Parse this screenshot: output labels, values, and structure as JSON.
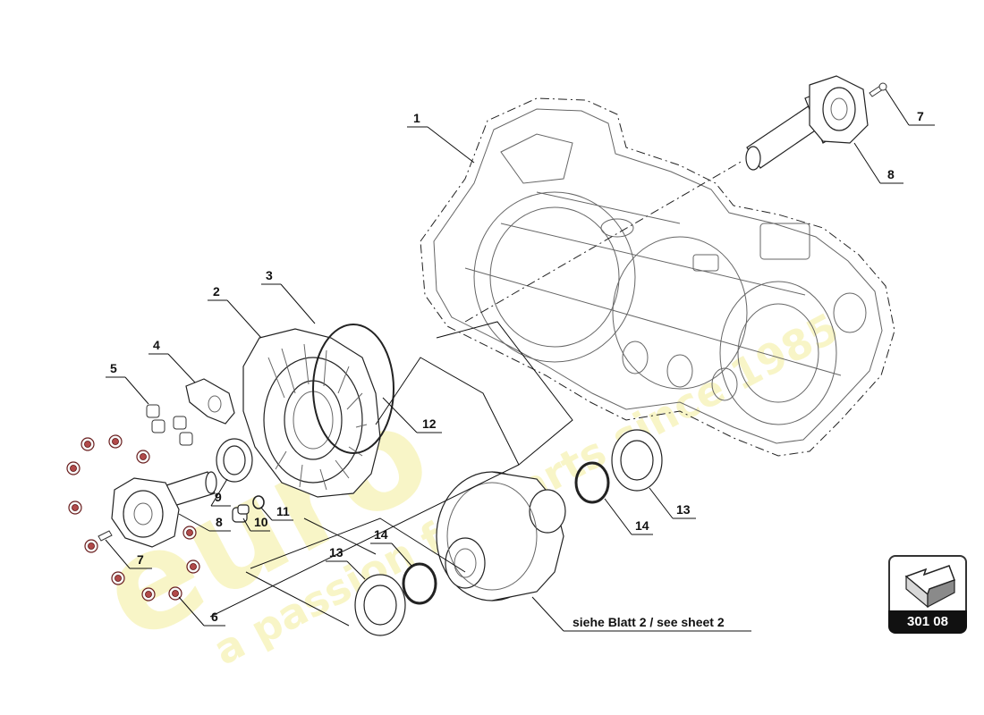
{
  "callouts": [
    "1",
    "2",
    "3",
    "4",
    "5",
    "6",
    "7",
    "7",
    "8",
    "8",
    "9",
    "10",
    "11",
    "12",
    "13",
    "13",
    "14",
    "14"
  ],
  "reference_note": "siehe Blatt 2 / see sheet 2",
  "page_badge": {
    "number": "301 08",
    "icon": "arrow-icon"
  },
  "watermark": {
    "brand": "euro",
    "tagline": "a passion for parts since 1985"
  }
}
